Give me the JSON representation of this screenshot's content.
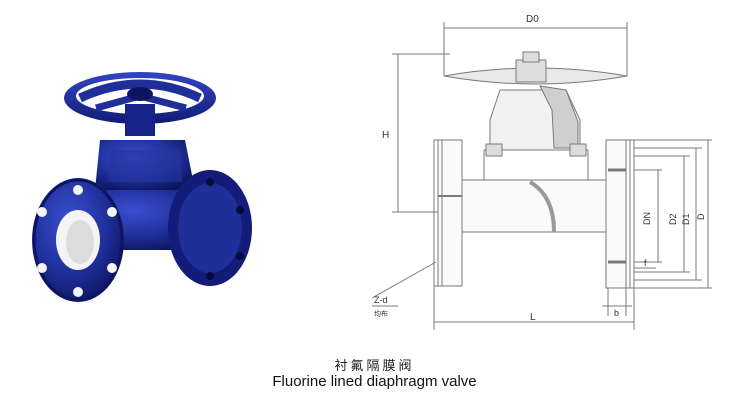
{
  "caption": {
    "chinese": "衬氟隔膜阀",
    "english": "Fluorine lined diaphragm valve"
  },
  "drawing_labels": {
    "d0": "D0",
    "h": "H",
    "dn": "DN",
    "d2": "D2",
    "d1": "D1",
    "d": "D",
    "f": "f",
    "b": "b",
    "l": "L",
    "z_d": "Z-d",
    "z_d_note": "均布"
  },
  "colors": {
    "valve_body": "#1f2f9a",
    "valve_dark": "#0d1560",
    "liner": "#f4f4f4",
    "drawing_line": "#7a7a7a"
  }
}
